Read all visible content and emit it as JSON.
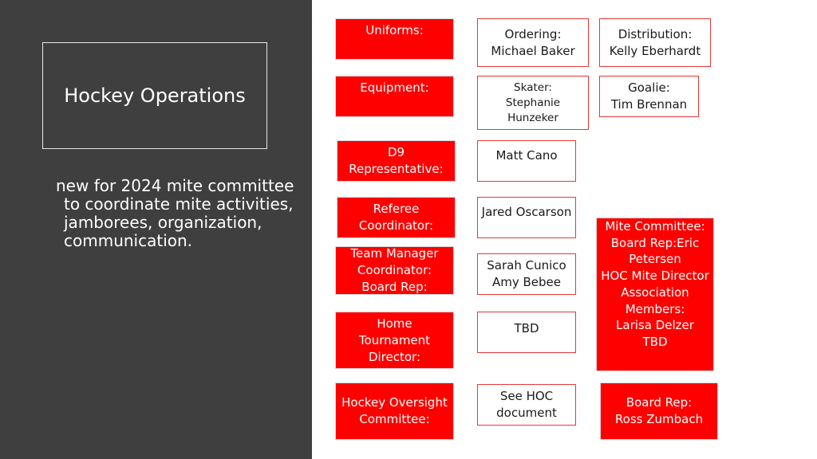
{
  "sidebar": {
    "title": "Hockey Operations",
    "description": "new for 2024 mite committee to coordinate mite activities, jamborees, organization, communication."
  },
  "org": {
    "uniforms": {
      "label": "Uniforms:"
    },
    "ordering": {
      "text": "Ordering:\nMichael Baker"
    },
    "distribution": {
      "text": "Distribution:\nKelly Eberhardt"
    },
    "equipment": {
      "label": "Equipment:"
    },
    "skater": {
      "text": "Skater:\nStephanie\nHunzeker"
    },
    "goalie": {
      "text": "Goalie:\nTim Brennan"
    },
    "d9": {
      "label": "D9\nRepresentative:"
    },
    "d9_person": {
      "text": "Matt Cano"
    },
    "referee": {
      "label": "Referee\nCoordinator:"
    },
    "referee_person": {
      "text": "Jared Oscarson"
    },
    "mite_committee": {
      "text": "Mite Committee:\nBoard Rep:Eric\nPetersen\nHOC Mite Director\nAssociation\nMembers:\nLarisa Delzer\nTBD"
    },
    "team_manager": {
      "label": "Team Manager\nCoordinator:\nBoard Rep:"
    },
    "team_manager_people": {
      "text": "Sarah Cunico\nAmy Bebee"
    },
    "home_tournament": {
      "label": "Home\nTournament\nDirector:"
    },
    "home_tournament_person": {
      "text": "TBD"
    },
    "hoc": {
      "label": "Hockey Oversight\nCommittee:"
    },
    "hoc_doc": {
      "text": "See HOC\ndocument"
    },
    "board_rep": {
      "text": "Board Rep:\nRoss Zumbach"
    }
  }
}
